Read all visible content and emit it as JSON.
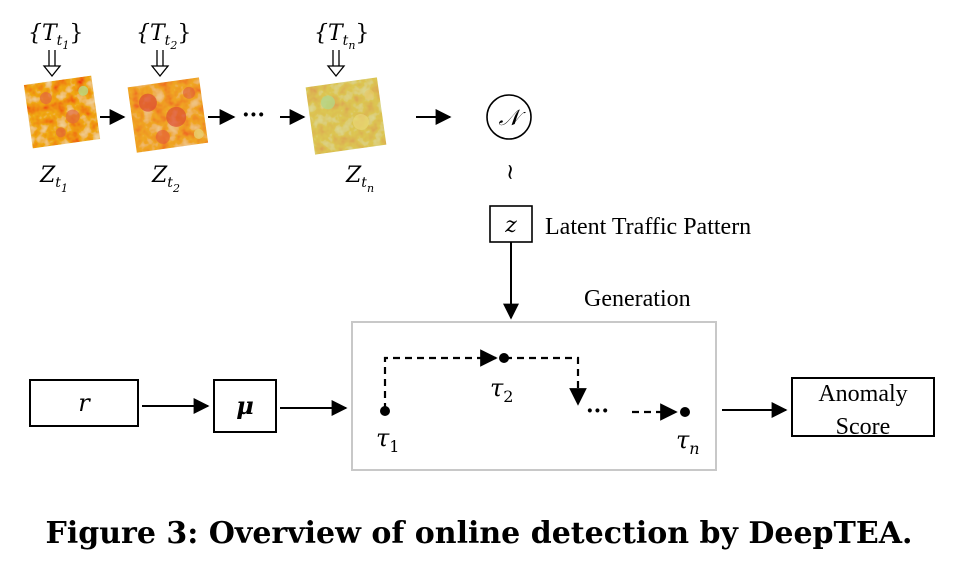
{
  "snapshots": [
    {
      "set_label": "{T",
      "set_sub": "t",
      "set_subsub": "1",
      "set_close": "}",
      "z_label": "Z",
      "z_sub": "t",
      "z_subsub": "1"
    },
    {
      "set_label": "{T",
      "set_sub": "t",
      "set_subsub": "2",
      "set_close": "}",
      "z_label": "Z",
      "z_sub": "t",
      "z_subsub": "2"
    },
    {
      "set_label": "{T",
      "set_sub": "t",
      "set_subsub": "n",
      "set_close": "}",
      "z_label": "Z",
      "z_sub": "t",
      "z_subsub": "n"
    }
  ],
  "ellipsis": "···",
  "normal_symbol": "𝒩",
  "tilde": "~",
  "latent_symbol": "z",
  "latent_label": "Latent Traffic Pattern",
  "generation_label": "Generation",
  "route_symbol": "r",
  "mu_symbol": "μ",
  "tau1": {
    "base": "τ",
    "sub": "1"
  },
  "tau2": {
    "base": "τ",
    "sub": "2"
  },
  "taun": {
    "base": "τ",
    "sub": "n"
  },
  "path_ellipsis": "···",
  "anomaly_line1": "Anomaly",
  "anomaly_line2": "Score",
  "caption": "Figure 3: Overview of online detection by DeepTEA.",
  "colors": {
    "heat_low": "#e6e07a",
    "heat_mid": "#f0a050",
    "heat_high": "#e0503a",
    "heat_green": "#b8d884",
    "box_border": "#c8c8c8"
  }
}
